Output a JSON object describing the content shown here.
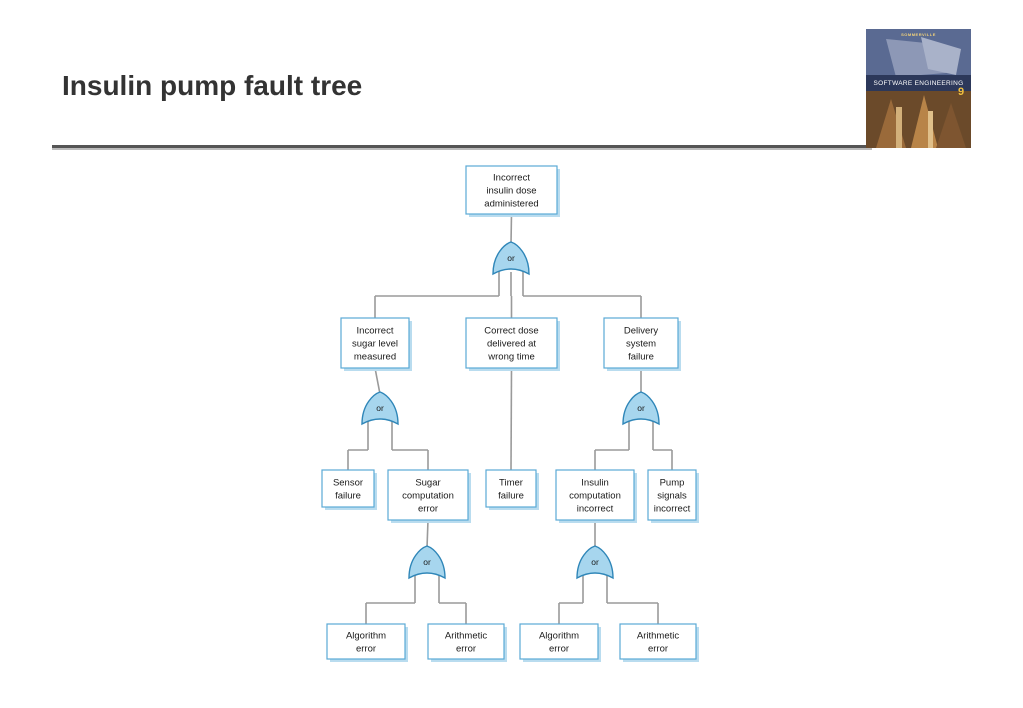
{
  "slide": {
    "title": "Insulin pump fault tree"
  },
  "book": {
    "author": "SOMMERVILLE",
    "title": "SOFTWARE ENGINEERING",
    "edition": "9"
  },
  "diagram": {
    "nodes": {
      "root": [
        "Incorrect",
        "insulin dose",
        "administered"
      ],
      "sugar_measured": [
        "Incorrect",
        "sugar level",
        "measured"
      ],
      "wrong_time": [
        "Correct dose",
        "delivered at",
        "wrong time"
      ],
      "delivery": [
        "Delivery",
        "system",
        "failure"
      ],
      "sensor": [
        "Sensor",
        "failure"
      ],
      "sugar_comp": [
        "Sugar",
        "computation",
        "error"
      ],
      "timer": [
        "Timer",
        "failure"
      ],
      "insulin_comp": [
        "Insulin",
        "computation",
        "incorrect"
      ],
      "pump": [
        "Pump",
        "signals",
        "incorrect"
      ],
      "algo1": [
        "Algorithm",
        "error"
      ],
      "arith1": [
        "Arithmetic",
        "error"
      ],
      "algo2": [
        "Algorithm",
        "error"
      ],
      "arith2": [
        "Arithmetic",
        "error"
      ]
    },
    "gate_label": "or",
    "colors": {
      "box_fill": "#ffffff",
      "box_border": "#5aa9d6",
      "box_shadow": "#b9dcef",
      "gate_fill": "#a7d6ee",
      "gate_border": "#2f86b8",
      "line": "#9a9a9a"
    }
  }
}
